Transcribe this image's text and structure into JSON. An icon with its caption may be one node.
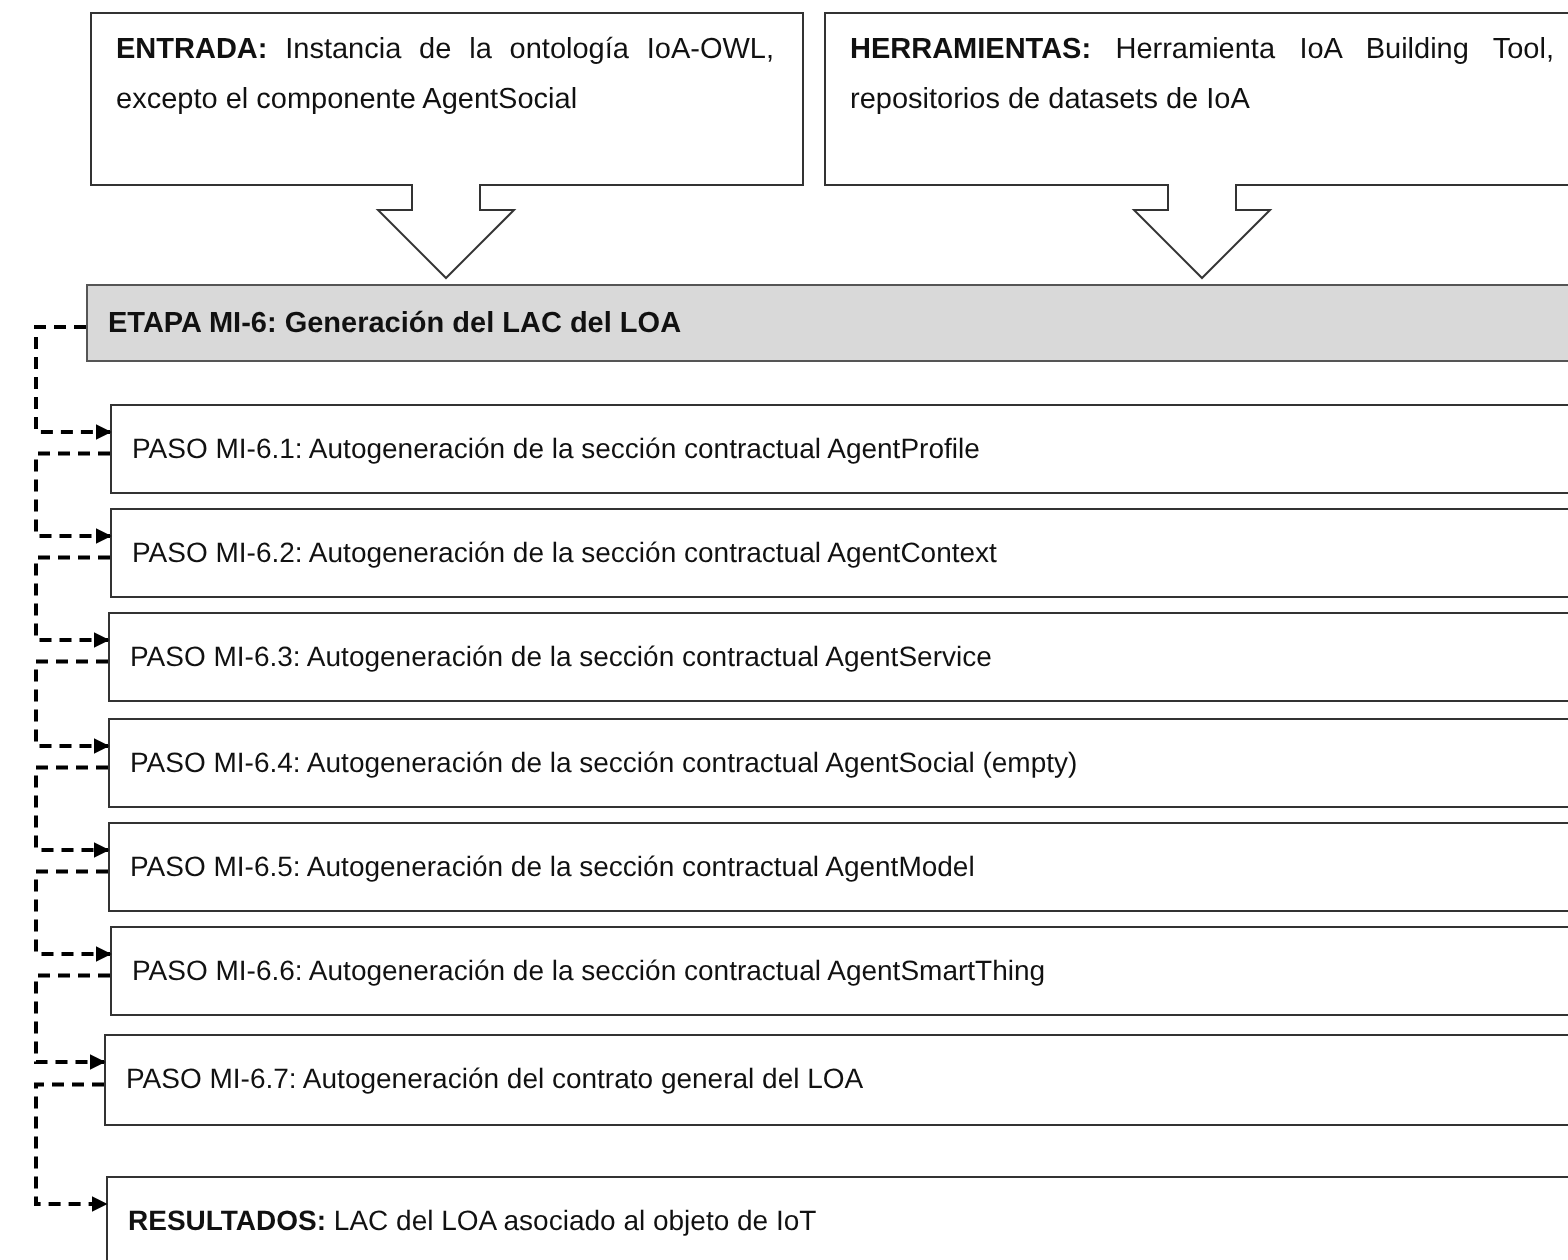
{
  "diagram": {
    "nodes": [
      {
        "text": [
          "**ENTRADA:** Instancia de la ontología IoA-OWL, excepto el componente AgentSocial"
        ]
      },
      {
        "text": [
          "**HERRAMIENTAS:** Herramienta IoA Building Tool, repositorios de datasets de IoA"
        ]
      },
      {
        "text": [
          "ETAPA MI-6: Generación del LAC del LOA"
        ]
      },
      {
        "text": [
          "PASO MI-6.1: Autogeneración de la sección contractual AgentProfile"
        ]
      },
      {
        "text": [
          "PASO MI-6.2: Autogeneración de la sección contractual AgentContext"
        ]
      },
      {
        "text": [
          "PASO MI-6.3: Autogeneración de la sección contractual AgentService"
        ]
      },
      {
        "text": [
          "PASO MI-6.4: Autogeneración de la sección contractual AgentSocial (empty)"
        ]
      },
      {
        "text": [
          "PASO MI-6.5: Autogeneración de la sección contractual AgentModel"
        ]
      },
      {
        "text": [
          "PASO MI-6.6: Autogeneración de la sección contractual AgentSmartThing"
        ]
      },
      {
        "text": [
          "PASO MI-6.7: Autogeneración del contrato general del LOA"
        ]
      },
      {
        "text": [
          "**RESULTADOS:** LAC del LOA asociado al objeto de IoT"
        ]
      }
    ],
    "edges": [
      {
        "from": 0,
        "to": 2,
        "arrow": "to"
      },
      {
        "from": 1,
        "to": 2,
        "arrow": "to"
      },
      {
        "from": 2,
        "to": 3,
        "arrow": "to",
        "style": "dashed"
      },
      {
        "from": 3,
        "to": 4,
        "arrow": "to",
        "style": "dashed"
      },
      {
        "from": 4,
        "to": 5,
        "arrow": "to",
        "style": "dashed"
      },
      {
        "from": 5,
        "to": 6,
        "arrow": "to",
        "style": "dashed"
      },
      {
        "from": 6,
        "to": 7,
        "arrow": "to",
        "style": "dashed"
      },
      {
        "from": 7,
        "to": 8,
        "arrow": "to",
        "style": "dashed"
      },
      {
        "from": 8,
        "to": 9,
        "arrow": "to",
        "style": "dashed"
      },
      {
        "from": 9,
        "to": 10,
        "arrow": "to",
        "style": "dashed"
      }
    ]
  }
}
